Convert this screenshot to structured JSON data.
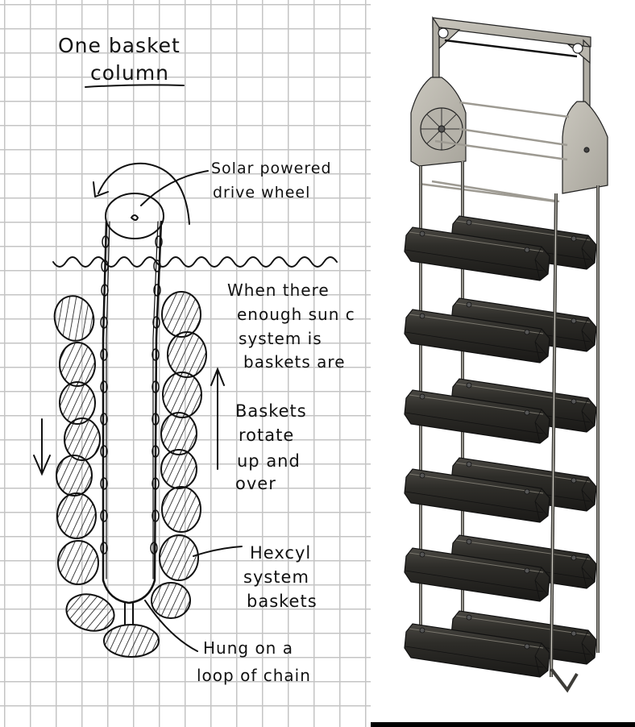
{
  "sketch": {
    "title_line1": "One basket",
    "title_line2": "column",
    "labels": {
      "drive_wheel_line1": "Solar powered",
      "drive_wheel_line2": "drive wheel",
      "note_line1": "When there",
      "note_line2": "enough sun c",
      "note_line3": "system is",
      "note_line4": "baskets are",
      "rotate_line1": "Baskets",
      "rotate_line2": "rotate",
      "rotate_line3": "up and",
      "rotate_line4": "over",
      "hexcyl_line1": "Hexcyl",
      "hexcyl_line2": "system",
      "hexcyl_line3": "baskets",
      "chain_line1": "Hung on a",
      "chain_line2": "loop of chain"
    },
    "colors": {
      "ink": "#111111",
      "grid": "#c4c4c4",
      "paper": "#ffffff"
    }
  },
  "render": {
    "description": "3D CAD render of vertical hexcyl basket column rack",
    "basket_tiers": 6,
    "colors": {
      "basket": "#2b2a26",
      "frame": "#b9b6ad",
      "rod": "#5a5852",
      "bar": "#000000"
    }
  }
}
